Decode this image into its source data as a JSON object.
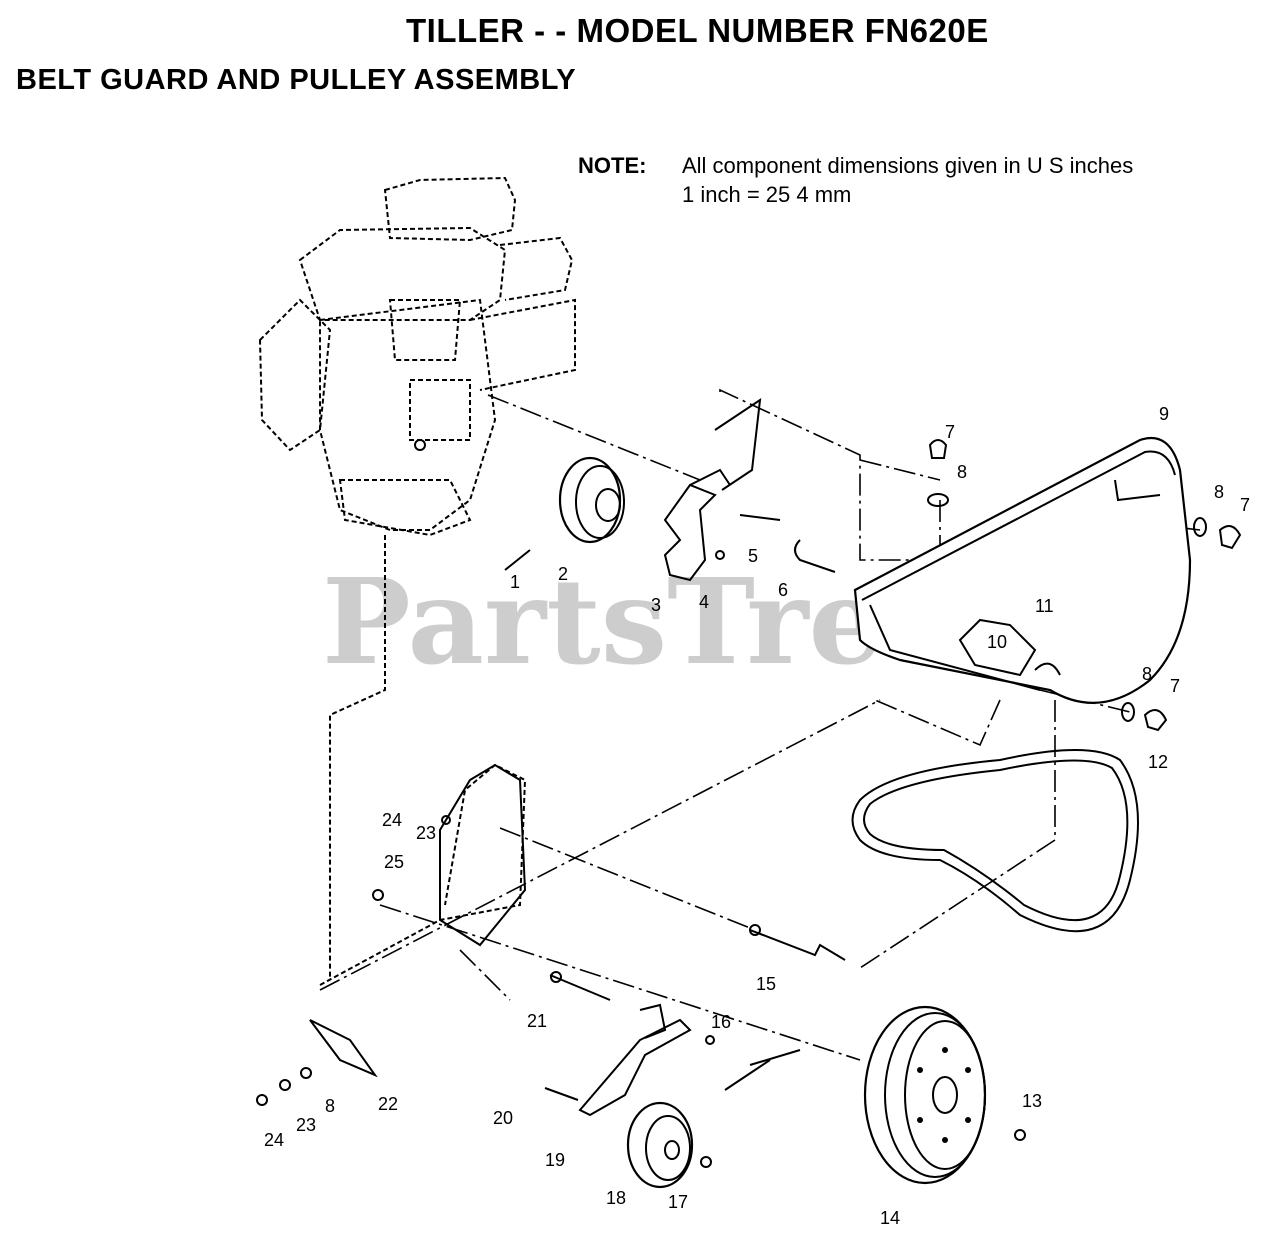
{
  "header": {
    "title": "TILLER - - MODEL NUMBER FN620E",
    "subtitle": "BELT GUARD AND PULLEY ASSEMBLY"
  },
  "note": {
    "label": "NOTE:",
    "line1": "All component dimensions given in U S  inches",
    "line2": "1 inch = 25 4 mm"
  },
  "watermark": "PartsTree",
  "callouts": {
    "c1": "1",
    "c2": "2",
    "c3": "3",
    "c4": "4",
    "c5": "5",
    "c6": "6",
    "c7a": "7",
    "c7b": "7",
    "c7c": "7",
    "c8a": "8",
    "c8b": "8",
    "c8c": "8",
    "c8d": "8",
    "c9": "9",
    "c10": "10",
    "c11": "11",
    "c12": "12",
    "c13": "13",
    "c14": "14",
    "c15": "15",
    "c16": "16",
    "c17": "17",
    "c18": "18",
    "c19": "19",
    "c20": "20",
    "c21": "21",
    "c22": "22",
    "c23a": "23",
    "c23b": "23",
    "c24a": "24",
    "c24b": "24",
    "c25": "25"
  }
}
